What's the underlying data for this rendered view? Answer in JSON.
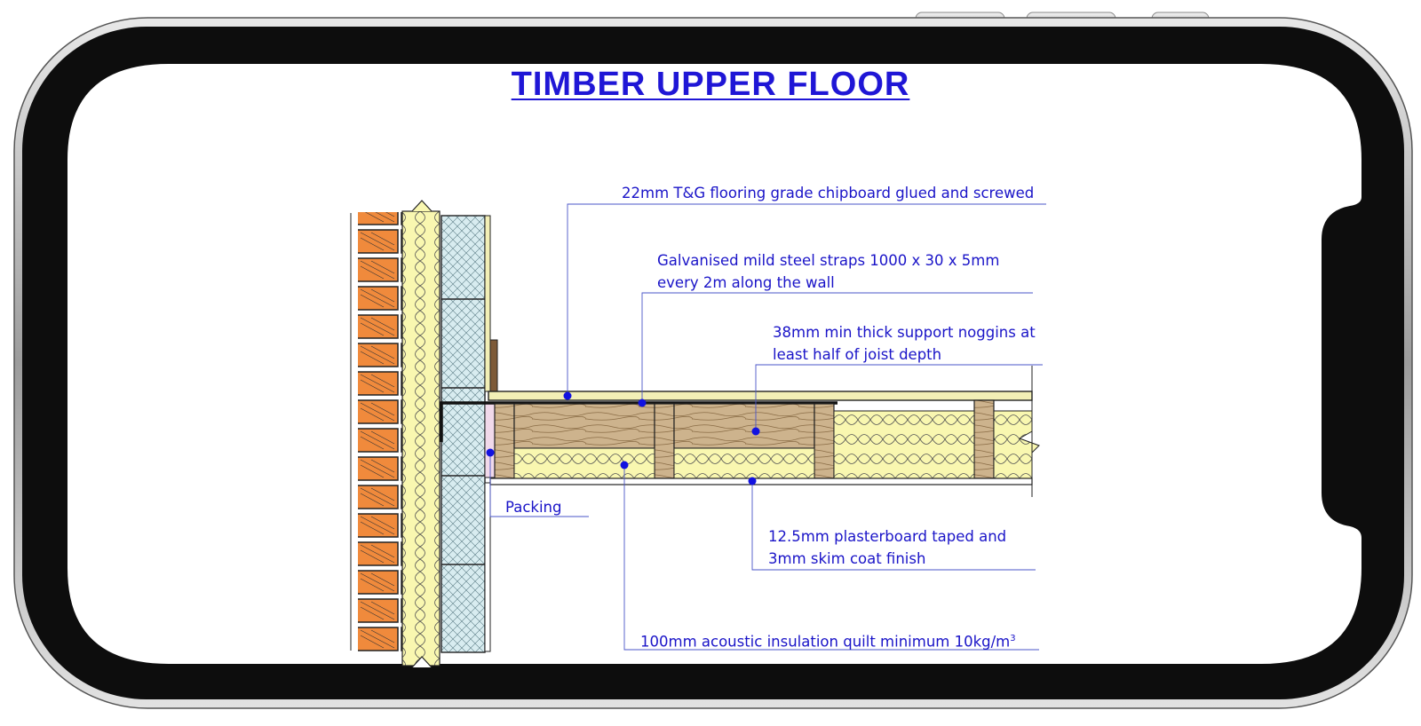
{
  "title": "TIMBER  UPPER  FLOOR",
  "labels": {
    "chipboard": "22mm T&G flooring grade chipboard glued and screwed",
    "straps_line1": "Galvanised mild steel straps 1000 x 30 x 5mm",
    "straps_line2": "every 2m along the wall",
    "noggins_line1": "38mm min thick support noggins at",
    "noggins_line2": "least half of joist depth",
    "packing": "Packing",
    "plasterboard_line1": "12.5mm  plasterboard taped and",
    "plasterboard_line2": "3mm skim coat finish",
    "insulation_text": "100mm acoustic insulation quilt minimum 10kg/m",
    "insulation_sup": "3"
  },
  "colors": {
    "title": "#1f16d6",
    "annotation": "#1a14c8",
    "brick": "#f08a3c",
    "insulation": "#f9f7b0",
    "block": "#cfe6ec",
    "timber": "#c8ae88",
    "chipboard": "#f2efb6",
    "phone_frame": "#111111"
  },
  "icons": {
    "device": "phone-landscape-frame"
  }
}
